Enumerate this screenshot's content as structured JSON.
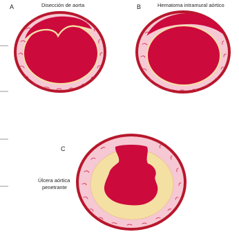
{
  "panels": {
    "a": {
      "letter": "A",
      "caption": "Disección de aorta"
    },
    "b": {
      "letter": "B",
      "caption": "Hematoma intramural aórtico"
    },
    "c": {
      "letter": "C",
      "caption_line1": "Úlcera aórtica",
      "caption_line2": "penetrante"
    }
  },
  "colors": {
    "adventitia": "#b7172c",
    "media": "#f6c8d3",
    "media_fibers": "#d5325a",
    "intima_yellow": "#f5e0a4",
    "blood": "#cc0a3c",
    "guide_lines": "#9a9a9a"
  }
}
